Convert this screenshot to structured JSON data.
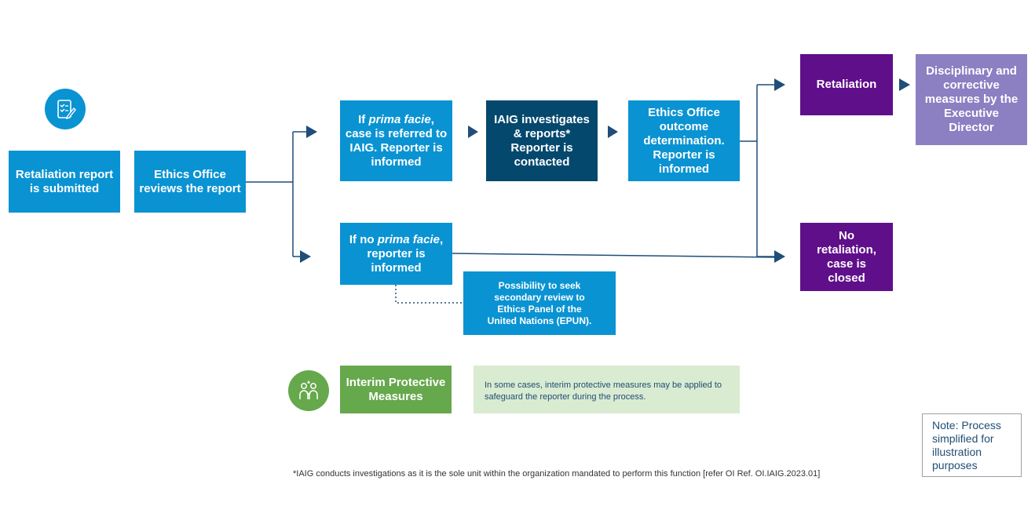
{
  "nodes": {
    "submitted": "Retaliation report is submitted",
    "review": "Ethics Office reviews the report",
    "prima_facie": {
      "line1_pre": "If ",
      "line1_em": "prima facie",
      "line1_post": ",",
      "rest": "case is referred to IAIG. Reporter is informed"
    },
    "iaig": "IAIG investigates & reports* Reporter is contacted",
    "outcome": "Ethics Office outcome determination. Reporter is informed",
    "retaliation": "Retaliation",
    "disciplinary": "Disciplinary and corrective measures by the Executive Director",
    "no_prima_facie": {
      "pre": "If no ",
      "em": "prima facie",
      "post": ", reporter is informed"
    },
    "no_retaliation": "No retaliation, case is closed",
    "secondary_review": "Possibility to seek secondary review to Ethics Panel of the United Nations (EPUN).",
    "interim": "Interim Protective Measures"
  },
  "interim_description": "In some cases, interim protective measures may be applied to safeguard the reporter during the process.",
  "note": "Note: Process simplified for illustration purposes",
  "footnote": "*IAIG conducts investigations as it is the sole unit within the organization mandated to perform this function [refer OI Ref. OI.IAIG.2023.01]",
  "icons": {
    "top": "checklist-document-icon",
    "bottom": "protective-people-icon"
  },
  "colors": {
    "blue": "#0a93d2",
    "navy": "#05486e",
    "purple": "#5f0f8a",
    "lavender": "#8c7fc2",
    "green": "#66a84c",
    "light_green": "#d9ebd1",
    "connector": "#1f4e79"
  }
}
